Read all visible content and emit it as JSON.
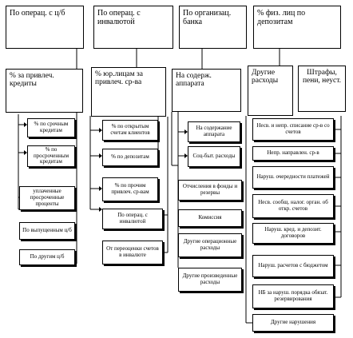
{
  "top_row": [
    {
      "label": "По операц. с ц/б"
    },
    {
      "label": "По операц. с инвалютой"
    },
    {
      "label": "По организац. банка"
    },
    {
      "label": "% физ. лиц по депозитам"
    }
  ],
  "second_row": [
    {
      "label": "% за привлеч. кредиты"
    },
    {
      "label": "% юр.лицам за привлеч. ср-ва"
    },
    {
      "label": "На содерж. аппарата"
    },
    {
      "label": "Другие расходы"
    },
    {
      "label": "Штрафы, пени, неуст."
    }
  ],
  "col1": [
    "% по срочным кредитам",
    "% по просроченным кредитам",
    "уплаченные просроченные проценты",
    "По выпущенным ц/б",
    "По другим ц/б"
  ],
  "col2": [
    "% по открытым счетам клиентов",
    "% по депозитам",
    "% по прочим привлеч. ср-вам",
    "По операц. с инвалютой",
    "От переоценки счетов в инвалюте"
  ],
  "col3": [
    "На содержание аппарата",
    "Соц-быт. расходы",
    "Отчисления в фонды и резервы",
    "Комиссия",
    "Другие операционные расходы",
    "Другие произведенные расходы"
  ],
  "col4": [
    "Несв. и непр. списание ср-в со счетов",
    "Непр. направлен. ср-в",
    "Наруш. очередности платежей",
    "Несв. сообщ. налог. орган. об откр. счетов",
    "Наруш. кред. и депозит. договоров",
    "Наруш. расчетов с бюджетом",
    "НБ за наруш. порядка обязат. резервирования",
    "Другие нарушения"
  ]
}
